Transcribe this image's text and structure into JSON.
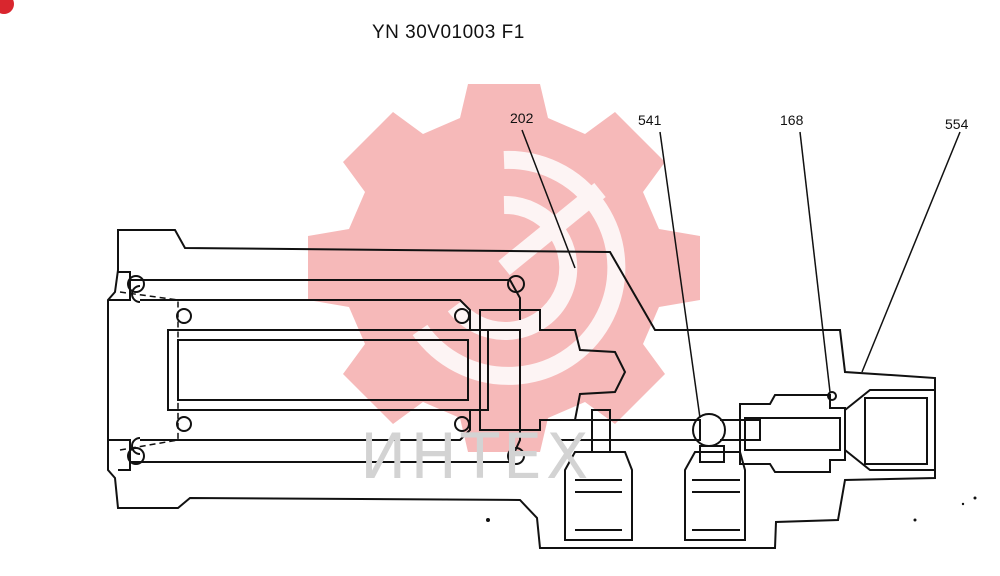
{
  "drawing": {
    "title": "YN 30V01003 F1",
    "watermark": "ИНТЕХ",
    "callouts": [
      {
        "id": "202",
        "text": "202"
      },
      {
        "id": "541",
        "text": "541"
      },
      {
        "id": "168",
        "text": "168"
      },
      {
        "id": "554",
        "text": "554"
      }
    ]
  },
  "colors": {
    "line": "#111111",
    "watermark_logo": "#f4b3b3",
    "watermark_text": "#d3d3d3",
    "badge": "#d9262e"
  }
}
